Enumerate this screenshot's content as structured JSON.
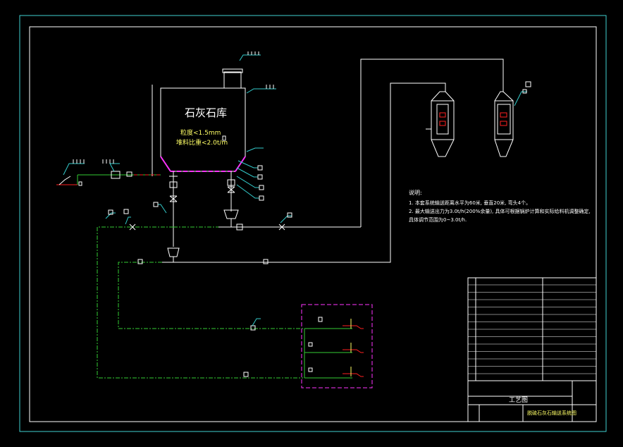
{
  "silo": {
    "title": "石灰石库",
    "spec_particle": "粒度<1.5mm",
    "spec_density": "堆料比重<2.0t/m"
  },
  "notes": {
    "heading": "说明:",
    "line1": "1. 本套系统输送距离水平为60米, 垂直20米, 弯头4个。",
    "line2": "2. 最大输送出力为3.0t/h(200%余量), 具体可根据锅炉计算和实际给料机调整确定,",
    "line3": "   具体调节范围为0~3.0t/h."
  },
  "title_block": {
    "drawing_type": "工艺图",
    "drawing_name": "脱硫石灰石输送系统图"
  },
  "colors": {
    "frame": "#40d0d0",
    "line_white": "#ffffff",
    "line_green": "#33cc33",
    "line_red": "#ff2020",
    "line_magenta": "#ff33ff",
    "line_cyan": "#33cccc",
    "text_yellow": "#ffff66"
  }
}
